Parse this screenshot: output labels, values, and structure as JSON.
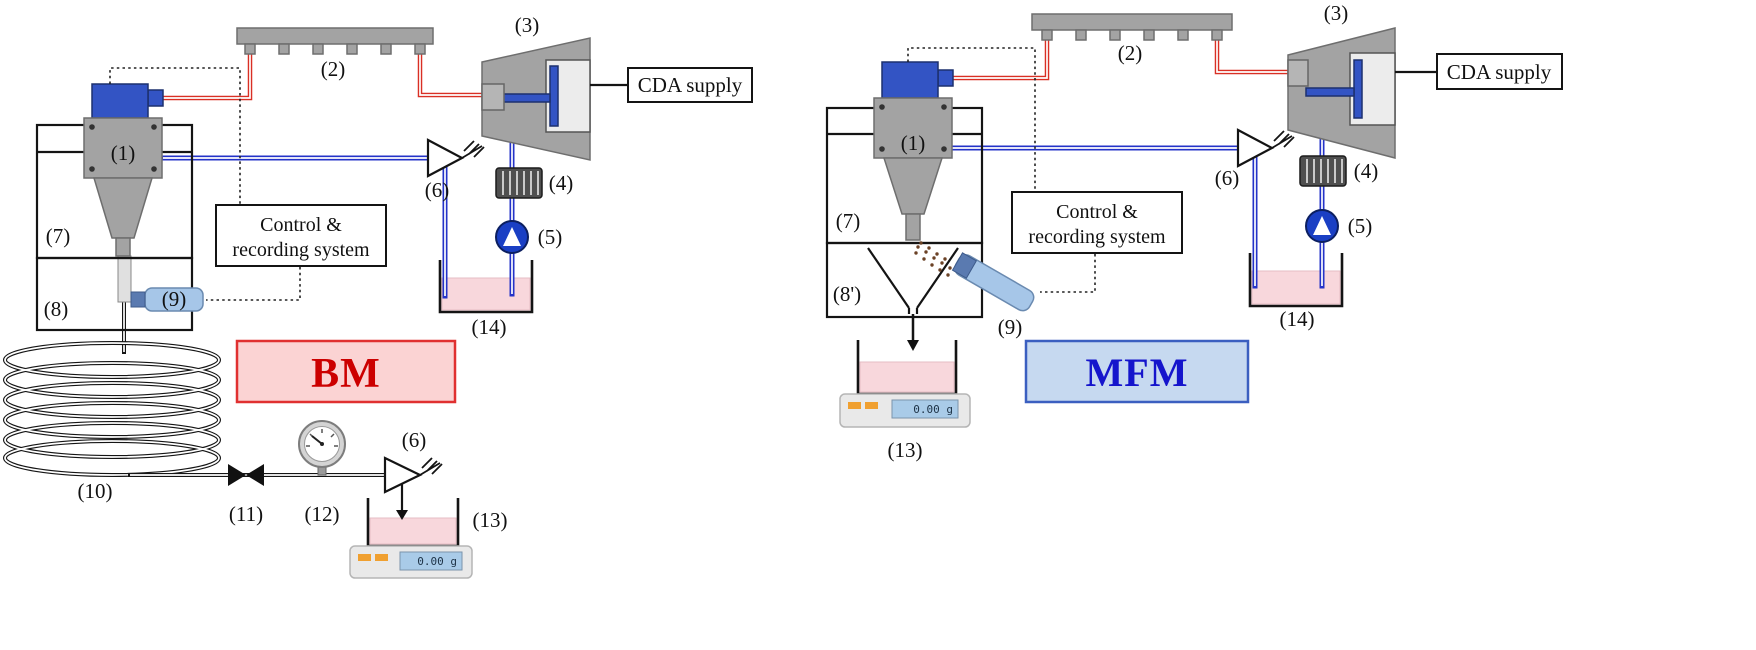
{
  "figure": {
    "left_setup": {
      "method_label": "BM",
      "cda_supply_label": "CDA supply",
      "control_system": {
        "line1": "Control &",
        "line2": "recording system"
      },
      "scale_display": "0.00 g",
      "labels": {
        "c1": "(1)",
        "c2": "(2)",
        "c3": "(3)",
        "c4": "(4)",
        "c5": "(5)",
        "c6_top": "(6)",
        "c6_bottom": "(6)",
        "c7": "(7)",
        "c8": "(8)",
        "c9": "(9)",
        "c10": "(10)",
        "c11": "(11)",
        "c12": "(12)",
        "c13": "(13)",
        "c14": "(14)"
      }
    },
    "right_setup": {
      "method_label": "MFM",
      "cda_supply_label": "CDA supply",
      "control_system": {
        "line1": "Control &",
        "line2": "recording system"
      },
      "scale_display": "0.00 g",
      "labels": {
        "c1": "(1)",
        "c2": "(2)",
        "c3": "(3)",
        "c4": "(4)",
        "c5": "(5)",
        "c6": "(6)",
        "c7": "(7)",
        "c8prime": "(8')",
        "c9": "(9)",
        "c13": "(13)",
        "c14": "(14)"
      }
    },
    "colors": {
      "red_tube": "#d93025",
      "blue_tube": "#2433c8",
      "solenoid_blue": "#3354c4",
      "component_gray": "#a3a3a3",
      "pink_liquid": "#f8d7dc",
      "bm_fill": "#fbd3d3",
      "bm_border": "#e03030",
      "bm_text": "#cc0000",
      "mfm_fill": "#c6d9f0",
      "mfm_border": "#3b5fc0",
      "mfm_text": "#1515cc",
      "sensor_blue": "#a6c6e8",
      "pump_blue": "#1a3fc4",
      "scale_display_bg": "#a9cbe8",
      "scale_button": "#f0a030"
    }
  }
}
